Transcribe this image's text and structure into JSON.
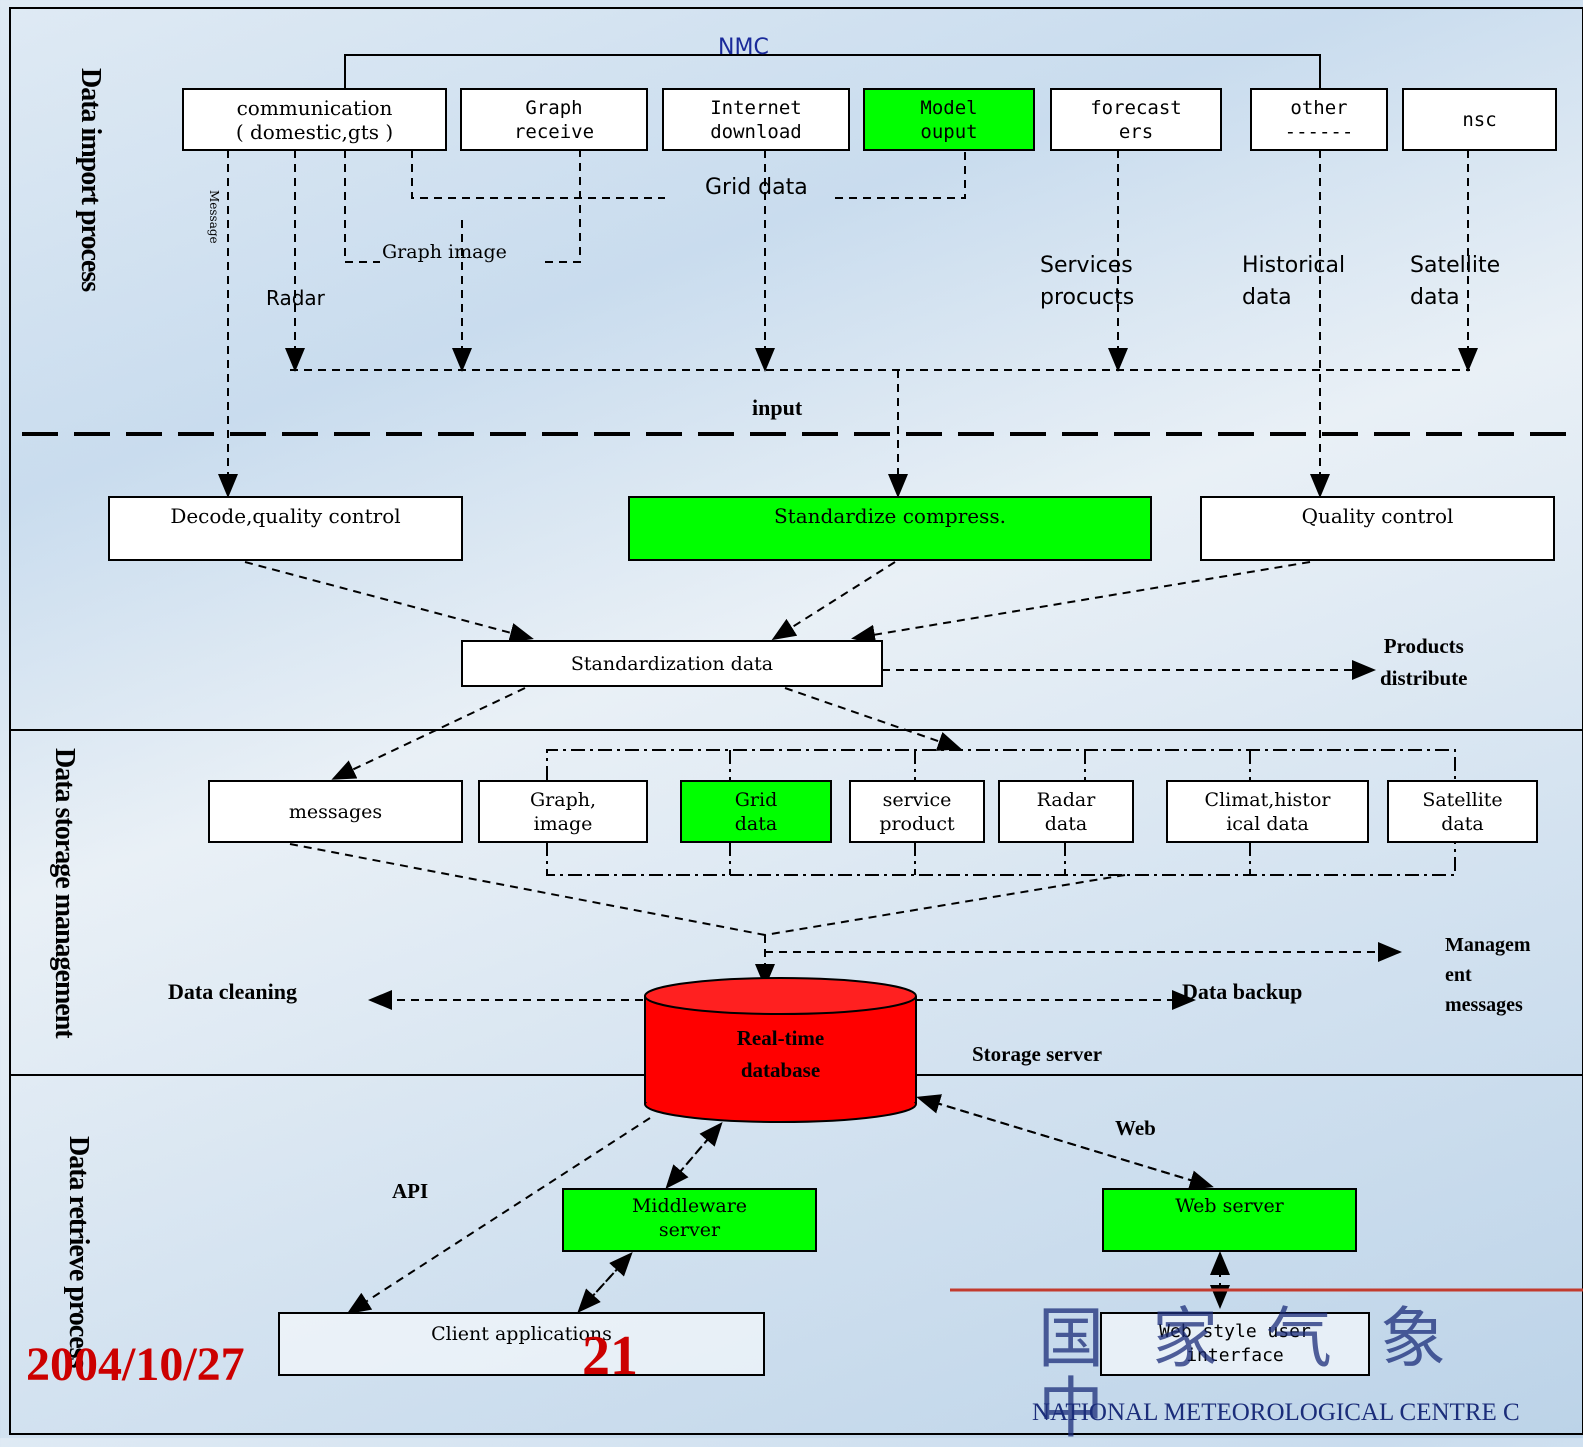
{
  "top_label": "NMC",
  "sources": [
    {
      "label": "communication\n( domestic,gts )"
    },
    {
      "label": "Graph\nreceive"
    },
    {
      "label": "Internet\ndownload"
    },
    {
      "label": "Model\nouput"
    },
    {
      "label": "forecast\ners"
    },
    {
      "label": "other\n------"
    },
    {
      "label": "nsc"
    }
  ],
  "flow_labels": {
    "grid_data": "Grid data",
    "graph_image": "Graph image",
    "radar": "Radar",
    "services": "Services\nprocucts",
    "historical": "Historical\ndata",
    "satellite": "Satellite\ndata",
    "input": "input",
    "message": "Message"
  },
  "process": {
    "decode": "Decode,quality control",
    "standardize": "Standardize compress.",
    "quality": "Quality control",
    "std_data": "Standardization data",
    "products": "Products\ndistribute"
  },
  "storage": {
    "items": [
      "messages",
      "Graph,\nimage",
      "Grid\ndata",
      "service\nproduct",
      "Radar\ndata",
      "Climat,histor\nical data",
      "Satellite\ndata"
    ],
    "data_cleaning": "Data cleaning",
    "data_backup": "Data backup",
    "management": "Managem\nent\nmessages",
    "db": "Real-time\ndatabase",
    "storage_server": "Storage server"
  },
  "retrieve": {
    "api": "API",
    "web": "Web",
    "middleware": "Middleware\nserver",
    "web_server": "Web server",
    "client": "Client applications",
    "web_style": "Web style user\ninterface"
  },
  "sections": {
    "import": "Data import process",
    "storage": "Data storage management",
    "retrieve": "Data retrieve process"
  },
  "footer": {
    "date": "2004/10/27",
    "page": "21",
    "logo_chinese": "国家气象中",
    "centre": "NATIONAL METEOROLOGICAL CENTRE C"
  },
  "colors": {
    "green": "#00ff00",
    "red": "#ff0000",
    "date": "#cc0000"
  }
}
